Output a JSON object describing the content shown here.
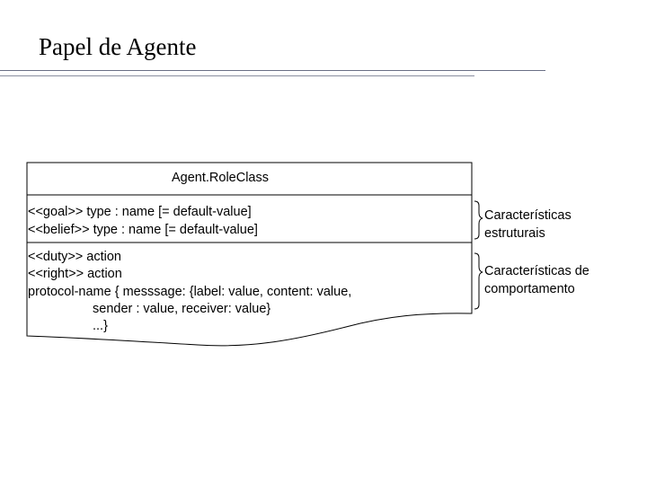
{
  "slide": {
    "title": "Papel de Agente"
  },
  "class_box": {
    "name": "Agent.RoleClass",
    "structural_lines": [
      "<<goal>> type : name [= default-value]",
      "<<belief>> type : name [= default-value]"
    ],
    "behavioral_lines": [
      "<<duty>> action",
      "<<right>> action",
      "protocol-name { messsage: {label: value, content: value,",
      "sender : value, receiver: value}",
      "...}"
    ]
  },
  "annotations": {
    "structural": [
      "Características",
      "estruturais"
    ],
    "behavioral": [
      "Características de",
      "comportamento"
    ]
  }
}
